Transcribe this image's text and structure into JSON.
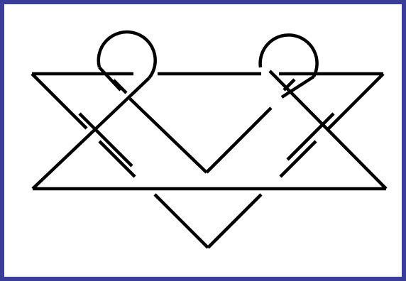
{
  "figure": {
    "type": "knot-diagram",
    "description_visible_text": "",
    "colors": {
      "frame": "#3b3e99",
      "stroke": "#000000",
      "background": "#ffffff"
    },
    "components": [
      "left-loop",
      "right-loop",
      "large-inverted-triangle",
      "upper-v-strand",
      "bottom-chevron",
      "base-line"
    ]
  }
}
